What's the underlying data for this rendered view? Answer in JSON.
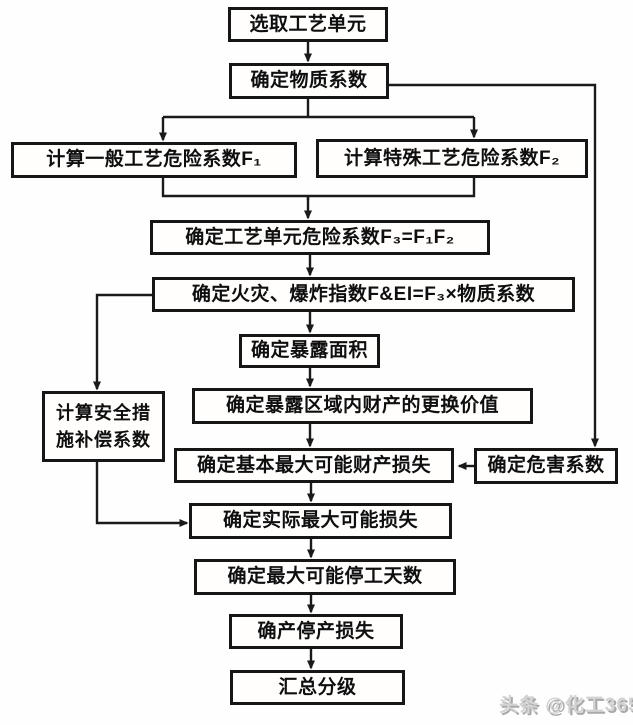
{
  "flowchart": {
    "nodes": {
      "select_unit": "选取工艺单元",
      "material_factor": "确定物质系数",
      "general_hazard": "计算一般工艺危险系数F₁",
      "special_hazard": "计算特殊工艺危险系数F₂",
      "unit_hazard": "确定工艺单元危险系数F₃=F₁F₂",
      "fire_explosion_index": "确定火灾、爆炸指数F&EI=F₃×物质系数",
      "exposure_area": "确定暴露面积",
      "replacement_value": "确定暴露区域内财产的更换价值",
      "compensation_factor": "计算安全措施补偿系数",
      "base_mppd": "确定基本最大可能财产损失",
      "damage_factor": "确定危害系数",
      "actual_mppd": "确定实际最大可能损失",
      "days_outage": "确定最大可能停工天数",
      "production_loss": "确产停产损失",
      "summary": "汇总分级"
    },
    "watermark": "头条 @化工365",
    "colors": {
      "line": "#1a1a1a",
      "box_border": "#161616",
      "box_bg": "#fffefd",
      "text": "#0f0f0f",
      "watermark": "#d3d3d3"
    }
  }
}
